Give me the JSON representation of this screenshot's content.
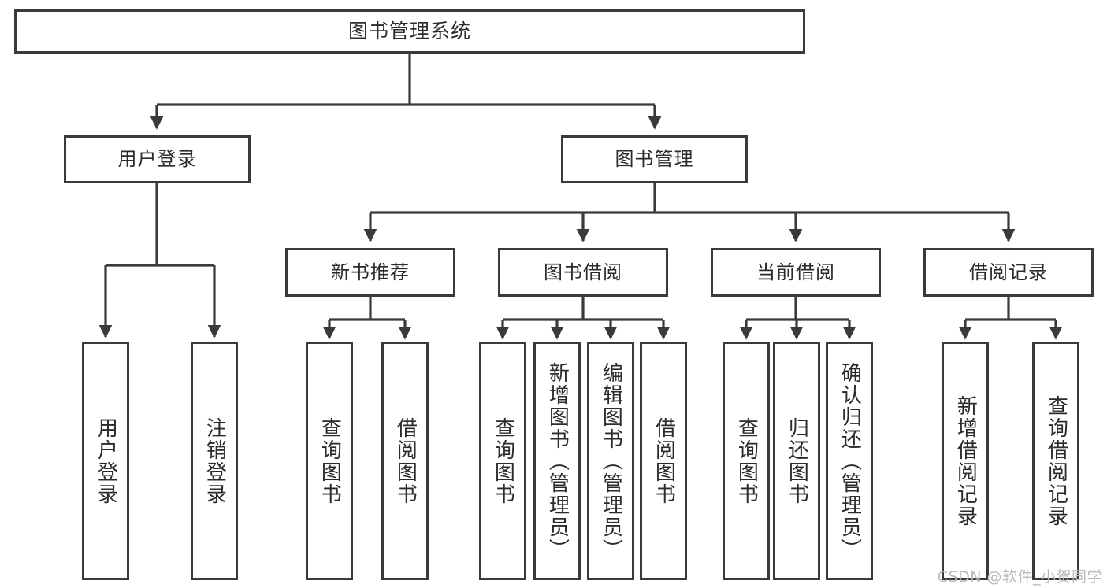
{
  "diagram": {
    "title": "图书管理系统",
    "type": "tree-hierarchy",
    "watermark": "CSDN @软件_小贺同学",
    "colors": {
      "background": "#ffffff",
      "node_border": "#3a3a3a",
      "node_fill": "#ffffff",
      "text": "#2b2b2b",
      "edge": "#3a3a3a",
      "watermark": "#b9b9b9"
    },
    "root": {
      "label": "图书管理系统"
    },
    "level2": [
      {
        "id": "user-login",
        "label": "用户登录"
      },
      {
        "id": "book-manage",
        "label": "图书管理"
      }
    ],
    "level3": [
      {
        "id": "new-book-recommend",
        "label": "新书推荐"
      },
      {
        "id": "book-borrow",
        "label": "图书借阅"
      },
      {
        "id": "current-borrow",
        "label": "当前借阅"
      },
      {
        "id": "borrow-record",
        "label": "借阅记录"
      }
    ],
    "leaves": {
      "user-login": [
        {
          "id": "leaf-user-login",
          "label": "用户登录"
        },
        {
          "id": "leaf-logout",
          "label": "注销登录"
        }
      ],
      "new-book-recommend": [
        {
          "id": "leaf-query-book-1",
          "label": "查询图书"
        },
        {
          "id": "leaf-borrow-book-1",
          "label": "借阅图书"
        }
      ],
      "book-borrow": [
        {
          "id": "leaf-query-book-2",
          "label": "查询图书"
        },
        {
          "id": "leaf-add-book",
          "label": "新增图书（管理员）"
        },
        {
          "id": "leaf-edit-book",
          "label": "编辑图书（管理员）"
        },
        {
          "id": "leaf-borrow-book-2",
          "label": "借阅图书"
        }
      ],
      "current-borrow": [
        {
          "id": "leaf-query-book-3",
          "label": "查询图书"
        },
        {
          "id": "leaf-return-book",
          "label": "归还图书"
        },
        {
          "id": "leaf-confirm-return",
          "label": "确认归还（管理员）"
        }
      ],
      "borrow-record": [
        {
          "id": "leaf-add-record",
          "label": "新增借阅记录"
        },
        {
          "id": "leaf-query-record",
          "label": "查询借阅记录"
        }
      ]
    }
  }
}
